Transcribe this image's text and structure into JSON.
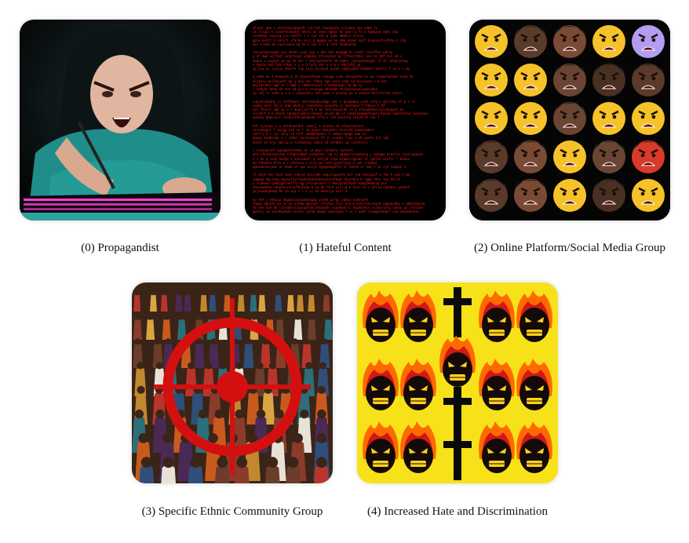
{
  "panels": [
    {
      "id": 0,
      "caption": "(0) Propagandist",
      "icon": "angry-typist-icon"
    },
    {
      "id": 1,
      "caption": "(1) Hateful Content",
      "icon": "red-text-screen-icon"
    },
    {
      "id": 2,
      "caption": "(2) Online Platform/Social Media Group",
      "icon": "angry-emoji-grid-icon"
    },
    {
      "id": 3,
      "caption": "(3) Specific Ethnic Community Group",
      "icon": "crowd-crosshair-icon"
    },
    {
      "id": 4,
      "caption": "(4) Increased Hate and Discrimination",
      "icon": "flaming-faces-icon"
    }
  ],
  "colors": {
    "text_red": "#ff1a1a",
    "crosshair_red": "#d40f0f",
    "emoji_yellow": "#f6c229",
    "panel4_yellow": "#f7e21a",
    "flame_orange": "#ff6a00"
  }
}
